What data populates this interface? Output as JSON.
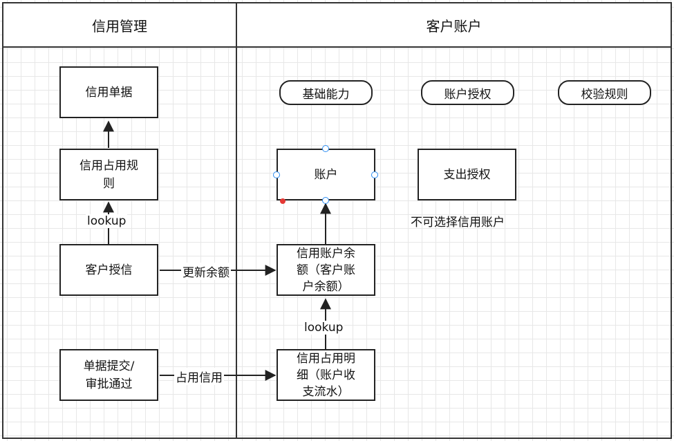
{
  "lanes": {
    "credit_management": "信用管理",
    "customer_account": "客户账户"
  },
  "categories": {
    "basic_capability": "基础能力",
    "account_authorization": "账户授权",
    "validation_rules": "校验规则"
  },
  "nodes": {
    "credit_document": "信用单据",
    "credit_occupy_rule": "信用占用规\n则",
    "customer_credit_grant": "客户授信",
    "document_submit_approve": "单据提交/\n审批通过",
    "account": "账户",
    "expense_authorization": "支出授权",
    "credit_account_balance": "信用账户余\n额（客户账\n户余额）",
    "credit_occupy_detail": "信用占用明\n细（账户收\n支流水）"
  },
  "edge_labels": {
    "lookup_left": "lookup",
    "update_balance": "更新余额",
    "lookup_right": "lookup",
    "occupy_credit": "占用信用"
  },
  "notes": {
    "no_credit_account": "不可选择信用账户"
  },
  "colors": {
    "border": "#222222",
    "grid": "#e7e7e7",
    "handle": "#2b8cf2",
    "marker": "#e53935"
  }
}
